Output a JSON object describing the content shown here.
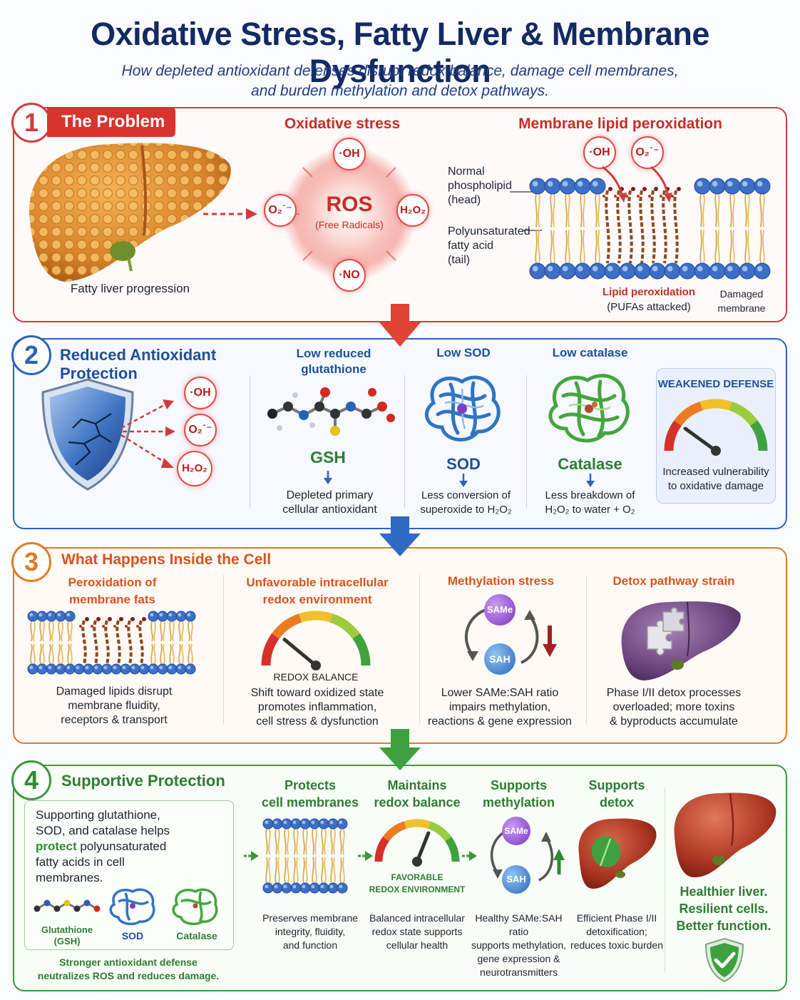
{
  "header": {
    "title": "Oxidative Stress, Fatty Liver & Membrane Dysfunction",
    "subtitle_line1": "How depleted antioxidant defenses disrupt redox balance, damage cell membranes,",
    "subtitle_line2": "and burden methylation and detox pathways."
  },
  "colors": {
    "red": "#d33b3b",
    "blue": "#2b63b8",
    "orange": "#e07b28",
    "green": "#3a9a3a",
    "navy": "#132a63"
  },
  "section1": {
    "number": "1",
    "title": "The Problem",
    "liver_caption": "Fatty liver progression",
    "oxidative_heading": "Oxidative stress",
    "ros_label": "ROS",
    "ros_sub": "(Free Radicals)",
    "radicals": {
      "oh": "·OH",
      "o2": "O₂˙⁻",
      "h2o2": "H₂O₂",
      "no": "·NO"
    },
    "membrane_heading": "Membrane lipid peroxidation",
    "phospholipid_label_1": "Normal",
    "phospholipid_label_2": "phospholipid",
    "phospholipid_label_3": "(head)",
    "fatty_acid_label_1": "Polyunsaturated",
    "fatty_acid_label_2": "fatty acid",
    "fatty_acid_label_3": "(tail)",
    "attack_oh": "·OH",
    "attack_o2": "O₂˙⁻",
    "lipid_perox_label": "Lipid peroxidation",
    "lipid_perox_sub": "(PUFAs attacked)",
    "damaged_label_1": "Damaged",
    "damaged_label_2": "membrane"
  },
  "section2": {
    "number": "2",
    "title": "Reduced Antioxidant Protection",
    "radicals": {
      "oh": "·OH",
      "o2": "O₂˙⁻",
      "h2o2": "H₂O₂"
    },
    "gsh_heading_1": "Low reduced",
    "gsh_heading_2": "glutathione",
    "gsh_label": "GSH",
    "gsh_desc_1": "Depleted primary",
    "gsh_desc_2": "cellular antioxidant",
    "sod_heading": "Low SOD",
    "sod_label": "SOD",
    "sod_desc_1": "Less conversion of",
    "sod_desc_2": "superoxide to H₂O₂",
    "catalase_heading": "Low catalase",
    "catalase_label": "Catalase",
    "catalase_desc_1": "Less breakdown of",
    "catalase_desc_2": "H₂O₂ to water + O₂",
    "weakened_title": "WEAKENED DEFENSE",
    "weakened_desc_1": "Increased vulnerability",
    "weakened_desc_2": "to oxidative damage"
  },
  "section3": {
    "number": "3",
    "title": "What Happens Inside the Cell",
    "col1_heading_1": "Peroxidation of",
    "col1_heading_2": "membrane fats",
    "col1_desc_1": "Damaged lipids disrupt",
    "col1_desc_2": "membrane fluidity,",
    "col1_desc_3": "receptors & transport",
    "col2_heading_1": "Unfavorable intracellular",
    "col2_heading_2": "redox environment",
    "col2_gauge_label": "REDOX BALANCE",
    "col2_desc_1": "Shift toward oxidized state",
    "col2_desc_2": "promotes inflammation,",
    "col2_desc_3": "cell stress & dysfunction",
    "col3_heading": "Methylation stress",
    "same": "SAMe",
    "sah": "SAH",
    "col3_desc_1": "Lower SAMe:SAH ratio",
    "col3_desc_2": "impairs methylation,",
    "col3_desc_3": "reactions & gene expression",
    "col4_heading": "Detox pathway strain",
    "col4_desc_1": "Phase I/II detox processes",
    "col4_desc_2": "overloaded; more toxins",
    "col4_desc_3": "& byproducts accumulate"
  },
  "section4": {
    "number": "4",
    "title": "Supportive Protection",
    "box_line1": "Supporting glutathione,",
    "box_line2": "SOD, and catalase helps",
    "box_bold": "protect",
    "box_line3_rest": " polyunsaturated",
    "box_line4": "fatty acids in cell",
    "box_line5": "membranes.",
    "mol1_label_1": "Glutathione",
    "mol1_label_2": "(GSH)",
    "mol2_label": "SOD",
    "mol3_label": "Catalase",
    "bottom_1": "Stronger antioxidant defense",
    "bottom_2": "neutralizes ROS and reduces damage.",
    "c1_heading_1": "Protects",
    "c1_heading_2": "cell membranes",
    "c1_desc_1": "Preserves membrane",
    "c1_desc_2": "integrity, fluidity,",
    "c1_desc_3": "and function",
    "c2_heading_1": "Maintains",
    "c2_heading_2": "redox balance",
    "c2_gauge_1": "FAVORABLE",
    "c2_gauge_2": "REDOX ENVIRONMENT",
    "c2_desc_1": "Balanced intracellular",
    "c2_desc_2": "redox state supports",
    "c2_desc_3": "cellular health",
    "c3_heading_1": "Supports",
    "c3_heading_2": "methylation",
    "same": "SAMe",
    "sah": "SAH",
    "c3_desc_1": "Healthy SAMe:SAH ratio",
    "c3_desc_2": "supports methylation,",
    "c3_desc_3": "gene expression &",
    "c3_desc_4": "neurotransmitters",
    "c4_heading_1": "Supports",
    "c4_heading_2": "detox",
    "c4_desc_1": "Efficient Phase I/II",
    "c4_desc_2": "detoxification;",
    "c4_desc_3": "reduces toxic burden",
    "final_1": "Healthier liver.",
    "final_2": "Resilient cells.",
    "final_3": "Better function."
  }
}
